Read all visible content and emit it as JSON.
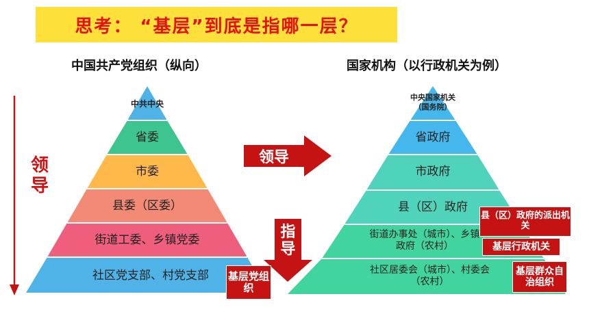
{
  "title": "思考：  “基层”到底是指哪一层？",
  "left": {
    "heading": "中国共产党组织（纵向）",
    "side_label": "领导",
    "tiers": [
      "中共中央",
      "省委",
      "市委",
      "县委（区委）",
      "街道工委、乡镇党委",
      "社区党支部、村党支部"
    ],
    "badge": "基层党组织"
  },
  "right": {
    "heading": "国家机构（以行政机关为例）",
    "tiers": [
      "中央国家机关（国务院）",
      "省政府",
      "市政府",
      "县（区）政府",
      "街道办事处（城市）、乡镇政府（农村）",
      "社区居委会（城市）、村委会（农村）"
    ],
    "badge_paichu": "县（区）政府的派出机关",
    "badge_jiceng_xingzheng": "基层行政机关",
    "badge_qunzhong": "基层群众自治组织"
  },
  "arrows": {
    "lead": "领导",
    "guide": "指导"
  },
  "colors": {
    "banner": "#fee03a",
    "title_text": "#e61212",
    "accent_red": "#c51313",
    "left_tiers": [
      "#4fb3e8",
      "#3dc48f",
      "#ffb94a",
      "#f28a76",
      "#ef5f7d",
      "#4fb3e8"
    ],
    "right_tiers": [
      "#44b8ec",
      "#44b8ec",
      "#4fd3ba",
      "#4fd3ba",
      "#41d49e",
      "#41d49e"
    ]
  }
}
